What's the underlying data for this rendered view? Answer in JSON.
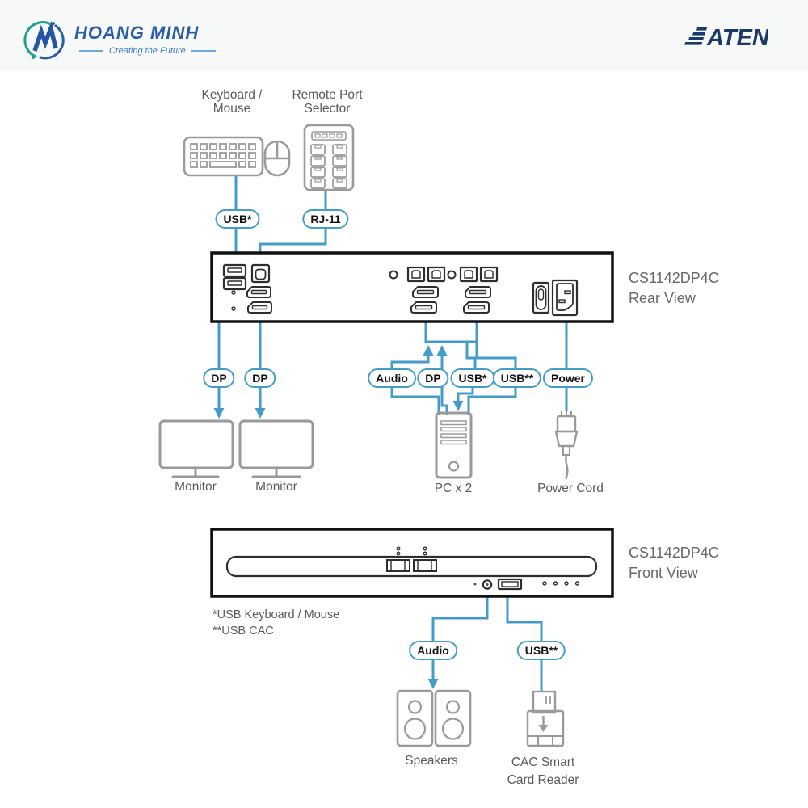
{
  "colors": {
    "accent_blue": "#449DC9",
    "device_outline_gray": "#9A9A9A",
    "label_gray": "#595959",
    "panel_black": "#111111",
    "brand_navy": "#1B3A68",
    "brand_blue": "#2A5CAA",
    "brand_teal": "#21A08C",
    "header_bg": "#F7F8F8"
  },
  "header": {
    "brand_name": "HOANG MINH",
    "brand_tagline": "Creating the Future",
    "aten": "ATEN"
  },
  "top": {
    "keyboard_mouse_line1": "Keyboard /",
    "keyboard_mouse_line2": "Mouse",
    "selector_line1": "Remote Port",
    "selector_line2": "Selector",
    "tag_usb": "USB*",
    "tag_rj11": "RJ-11"
  },
  "rear": {
    "model": "CS1142DP4C",
    "view": "Rear View",
    "tags": {
      "dp_monitor1": "DP",
      "dp_monitor2": "DP",
      "audio": "Audio",
      "dp_pc": "DP",
      "usb1": "USB*",
      "usb2": "USB**",
      "power": "Power"
    },
    "monitor1": "Monitor",
    "monitor2": "Monitor",
    "pc": "PC x 2",
    "power_cord": "Power Cord"
  },
  "front": {
    "model": "CS1142DP4C",
    "view": "Front View",
    "tags": {
      "audio": "Audio",
      "usb_cac": "USB**"
    },
    "speakers": "Speakers",
    "cac_line1": "CAC Smart",
    "cac_line2": "Card Reader"
  },
  "footnotes": {
    "line1": "*USB Keyboard / Mouse",
    "line2": "**USB CAC"
  }
}
